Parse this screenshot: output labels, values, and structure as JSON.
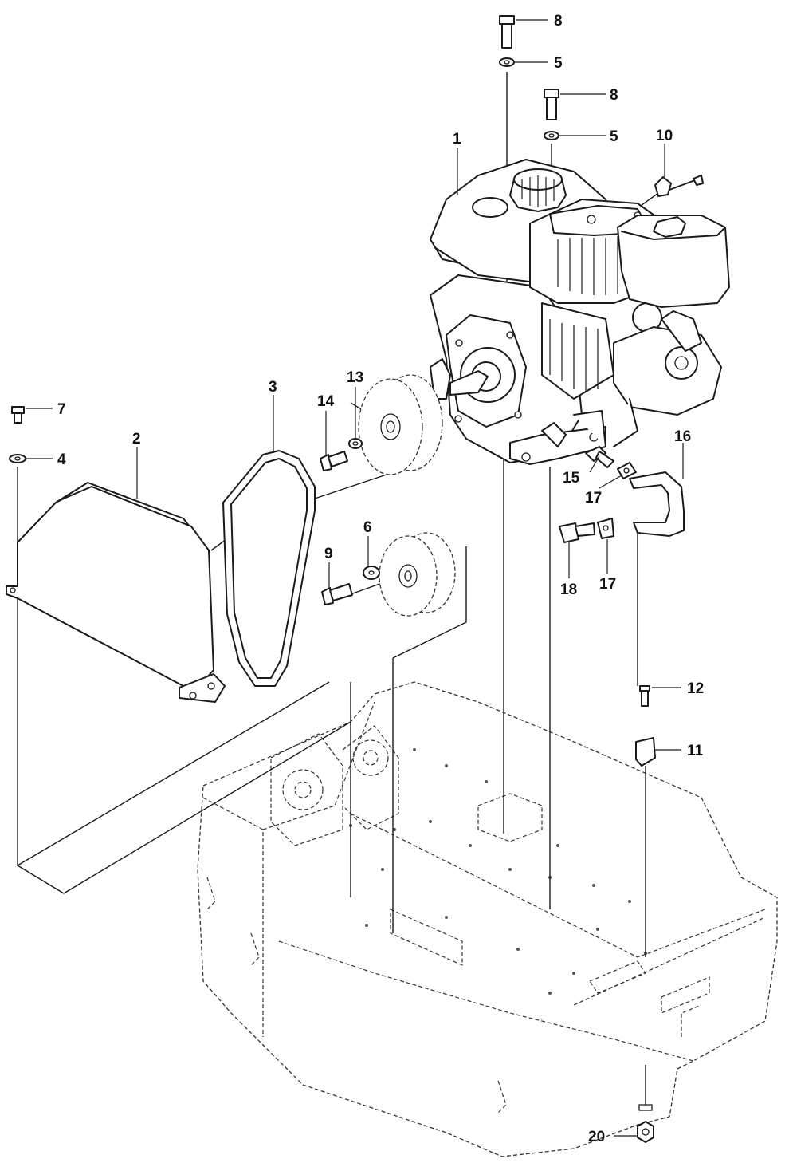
{
  "callouts": [
    {
      "id": "c8a",
      "label": "8"
    },
    {
      "id": "c5a",
      "label": "5"
    },
    {
      "id": "c8b",
      "label": "8"
    },
    {
      "id": "c5b",
      "label": "5"
    },
    {
      "id": "c1",
      "label": "1"
    },
    {
      "id": "c10",
      "label": "10"
    },
    {
      "id": "c7",
      "label": "7"
    },
    {
      "id": "c4",
      "label": "4"
    },
    {
      "id": "c2",
      "label": "2"
    },
    {
      "id": "c3",
      "label": "3"
    },
    {
      "id": "c14",
      "label": "14"
    },
    {
      "id": "c13",
      "label": "13"
    },
    {
      "id": "c6",
      "label": "6"
    },
    {
      "id": "c9",
      "label": "9"
    },
    {
      "id": "c15",
      "label": "15"
    },
    {
      "id": "c16",
      "label": "16"
    },
    {
      "id": "c17a",
      "label": "17"
    },
    {
      "id": "c17b",
      "label": "17"
    },
    {
      "id": "c18",
      "label": "18"
    },
    {
      "id": "c12",
      "label": "12"
    },
    {
      "id": "c11",
      "label": "11"
    },
    {
      "id": "c20",
      "label": "20"
    }
  ]
}
